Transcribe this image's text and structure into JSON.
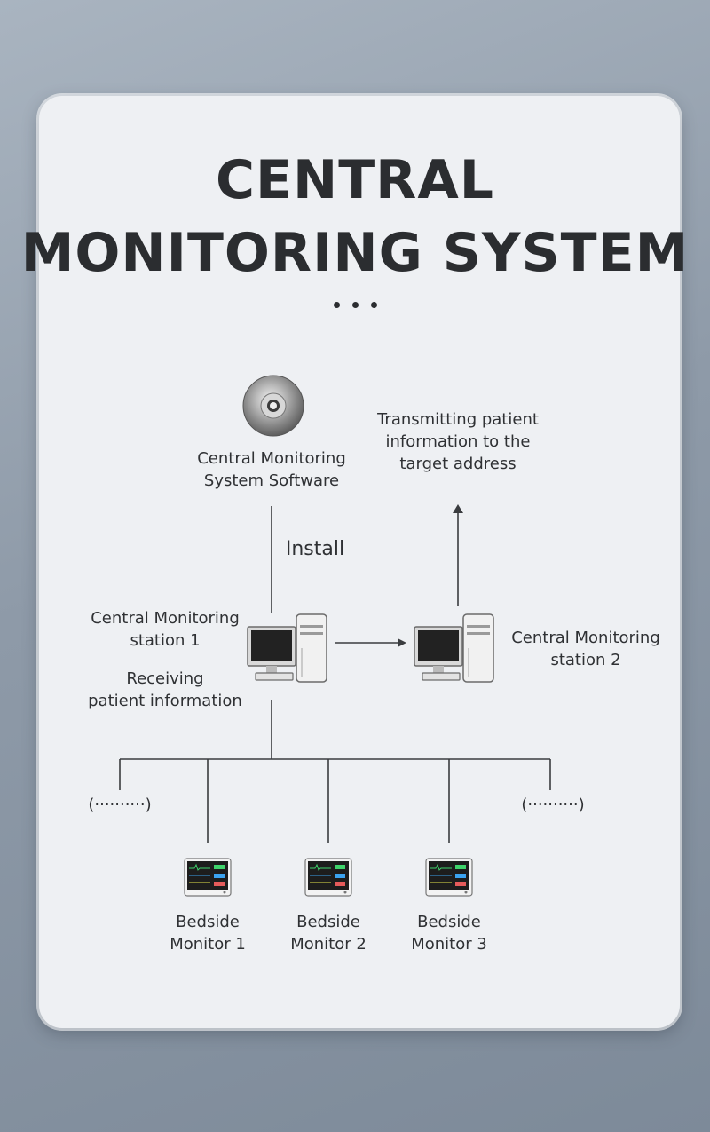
{
  "title": {
    "line1": "CENTRAL",
    "line2": "MONITORING SYSTEM"
  },
  "software": {
    "icon": "disc-icon",
    "line1": "Central Monitoring",
    "line2": "System Software"
  },
  "install_label": "Install",
  "transmit": {
    "line1": "Transmitting patient",
    "line2": "information to the",
    "line3": "target address"
  },
  "station1": {
    "icon": "computer-icon",
    "line1": "Central Monitoring",
    "line2": "station 1"
  },
  "receiving": {
    "line1": "Receiving",
    "line2": "patient information"
  },
  "station2": {
    "icon": "computer-icon",
    "line1": "Central Monitoring",
    "line2": "station  2"
  },
  "ellipsis_left": "(··········)",
  "ellipsis_right": "(··········)",
  "monitors": [
    {
      "icon": "patient-monitor-icon",
      "line1": "Bedside",
      "line2": "Monitor 1"
    },
    {
      "icon": "patient-monitor-icon",
      "line1": "Bedside",
      "line2": "Monitor 2"
    },
    {
      "icon": "patient-monitor-icon",
      "line1": "Bedside",
      "line2": "Monitor 3"
    }
  ],
  "colors": {
    "line": "#3a3c3f",
    "text": "#2f3134",
    "title": "#2b2d30"
  }
}
